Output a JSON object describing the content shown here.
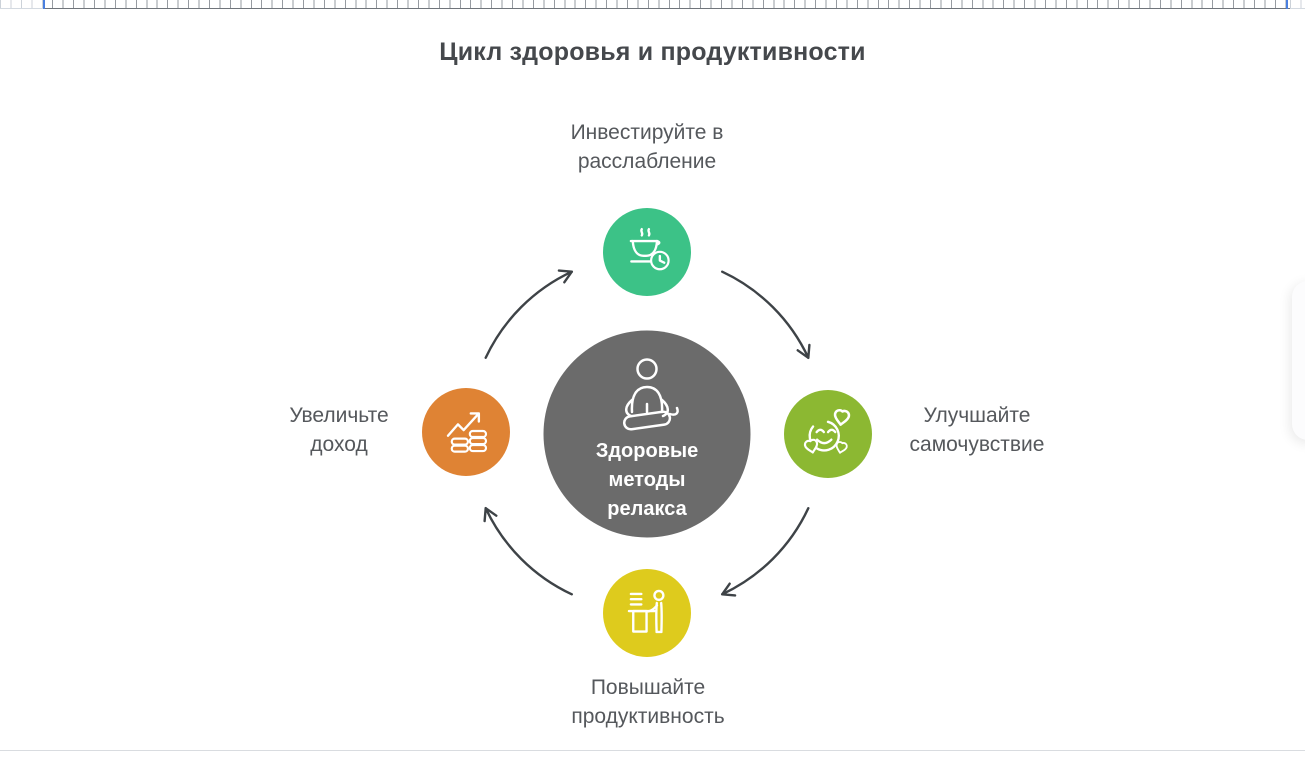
{
  "title": "Цикл здоровья и продуктивности",
  "center": {
    "lines": [
      "Здоровые",
      "методы",
      "релакса"
    ],
    "color": "#6b6b6b",
    "icon": "meditating-person-icon"
  },
  "nodes": [
    {
      "position": "top",
      "label_lines": [
        "Инвестируйте в",
        "расслабление"
      ],
      "color": "#3cc287",
      "icon": "tea-cup-clock-icon"
    },
    {
      "position": "right",
      "label_lines": [
        "Улучшайте",
        "самочувствие"
      ],
      "color": "#8cb832",
      "icon": "smiley-hearts-icon"
    },
    {
      "position": "bottom",
      "label_lines": [
        "Повышайте",
        "продуктивность"
      ],
      "color": "#decb1d",
      "icon": "standing-desk-icon"
    },
    {
      "position": "left",
      "label_lines": [
        "Увеличьте",
        "доход"
      ],
      "color": "#df8334",
      "icon": "coins-growth-chart-icon"
    }
  ],
  "cycle_direction": "clockwise",
  "colors": {
    "arrow": "#3e4347",
    "label_text": "#55585c",
    "title_text": "#45484c",
    "icon_stroke": "#ffffff",
    "divider": "#d9dce0",
    "ruler_tick": "#969ba1",
    "ruler_margin_tick": "#ccd2d9",
    "ruler_marker": "#4a7fdf",
    "background": "#ffffff"
  }
}
